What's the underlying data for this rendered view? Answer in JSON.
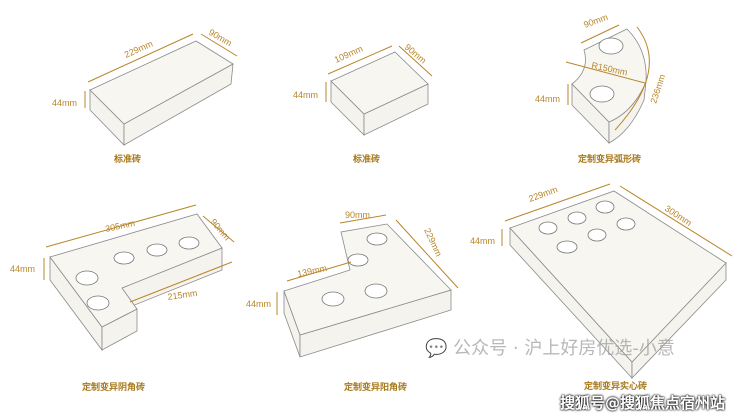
{
  "bricks": [
    {
      "caption": "标准砖",
      "length": "229mm",
      "width": "90mm",
      "height": "44mm"
    },
    {
      "caption": "标准砖",
      "length": "109mm",
      "width": "90mm",
      "height": "44mm"
    },
    {
      "caption": "定制变异弧形砖",
      "width": "90mm",
      "radius": "R150mm",
      "arc": "236mm",
      "height": "44mm"
    },
    {
      "caption": "定制变异阴角砖",
      "length": "305mm",
      "width": "90mm",
      "inner": "215mm",
      "height": "44mm"
    },
    {
      "caption": "定制变异阳角砖",
      "width": "90mm",
      "length": "229mm",
      "inner": "139mm",
      "height": "44mm"
    },
    {
      "caption": "定制变异实心砖",
      "length": "229mm",
      "width": "300mm",
      "height": "44mm"
    }
  ],
  "watermarks": {
    "wechat": "公众号 · 沪上好房优选-小意",
    "sohu": "搜狐号@搜狐焦点宿州站"
  },
  "colors": {
    "accent": "#b8862b",
    "brick": "#f8f6f1"
  }
}
